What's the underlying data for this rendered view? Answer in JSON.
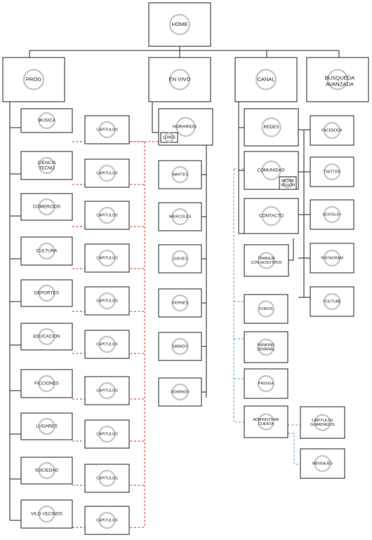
{
  "nodes": {
    "home": "HOME",
    "prog": "PROG",
    "en_vivo": "EN VIVO",
    "canal": "CANAL",
    "busqueda": [
      "BUSQUEDA",
      "AVANZADA"
    ],
    "musica": "MUSICA",
    "ciencia": [
      "CIENCIA",
      "TECNO"
    ],
    "comercios": "COMERCIOS",
    "cultura": "CULTURA",
    "deportes": "DEPORTES",
    "educacion": "EDUCACION",
    "ficciones": "FICCIONES",
    "lugares": "LUGARES",
    "sociedad": "SOCIEDAD",
    "vilo_vecinos": "VILO VECINOS",
    "capitulos": "CAPITULOS",
    "horarios": "HORARIOS",
    "lunes": "LUNES",
    "martes": "MARTES",
    "miercoles": "MIERCOLES",
    "jueves": "JUEVES",
    "viernes": "VIERNES",
    "sabado": "SABADO",
    "domingo": "DOMINGO",
    "redes": "REDES",
    "comunidad": "COMUNIDAD",
    "iniciar_sesion": [
      "INCIAR",
      "SESION"
    ],
    "contacto": "CONTACTO",
    "trabaja": [
      "TRABAJA",
      "CON NOSOTROS"
    ],
    "facebook": "FACEBOOK",
    "twitter": "TWITTER",
    "google": "GOOGLE+",
    "instagram": "INSTAGRAM",
    "youtube": "YOUTUBE",
    "foros": "FOROS",
    "ranking": [
      "RANKING",
      "SEMANAL"
    ],
    "prensa": "PRENSA",
    "administrar": [
      "ADMINISTRAR",
      "CUENTA"
    ],
    "capitulos_guardados": [
      "CAPITULOS",
      "GUARDADOS"
    ],
    "mensajes": "MENSAJES"
  },
  "colors": {
    "box_stroke": "#222222",
    "ring": "#c9c9c9",
    "dash_red": "#d0342c",
    "dash_blue": "#4f9fd6"
  }
}
